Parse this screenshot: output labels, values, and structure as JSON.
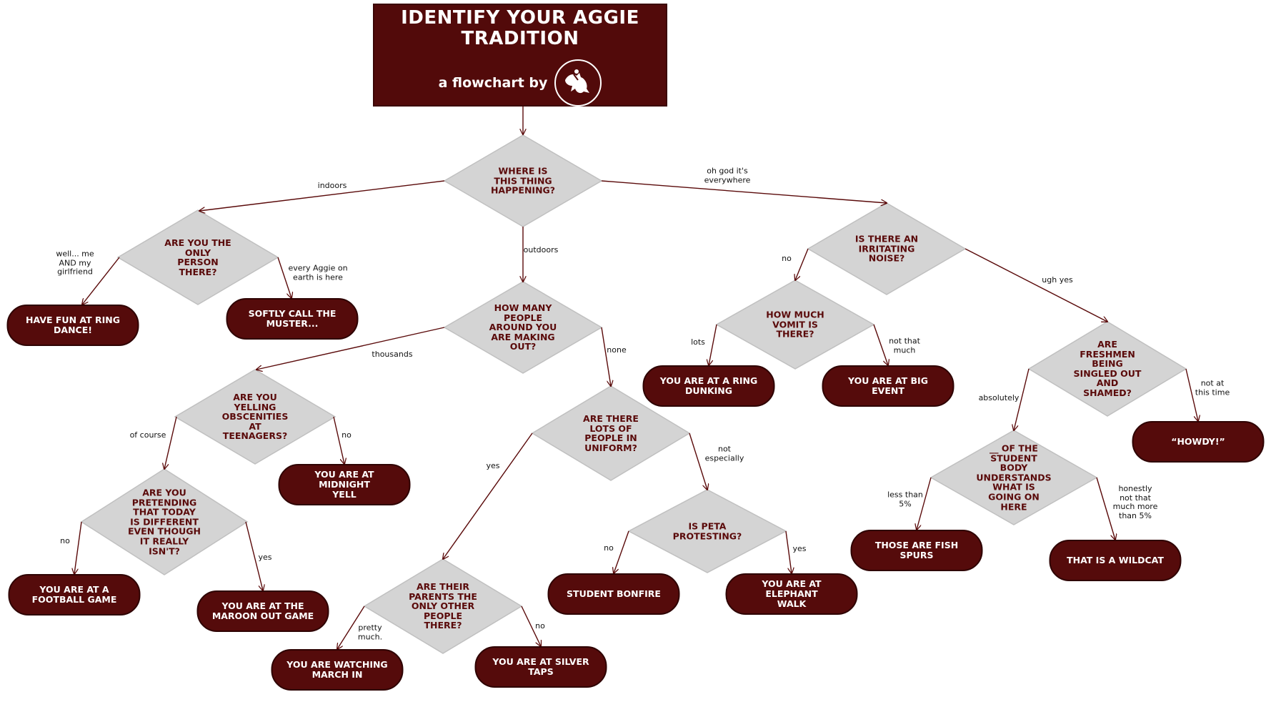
{
  "header": {
    "title": "IDENTIFY YOUR AGGIE\nTRADITION",
    "subtitle": "a flowchart by",
    "logo_icon": "horse-rider-logo-icon"
  },
  "colors": {
    "maroon": "#550b0b",
    "diamond_fill": "#d4d4d4",
    "question_text": "#5a0a0a",
    "edge": "#5a0a0a"
  },
  "questions": {
    "where": "WHERE IS\nTHIS THING\nHAPPENING?",
    "only_person": "ARE YOU THE\nONLY\nPERSON\nTHERE?",
    "how_many": "HOW MANY\nPEOPLE\nAROUND YOU\nARE MAKING\nOUT?",
    "yelling": "ARE YOU\nYELLING\nOBSCENITIES\nAT\nTEENAGERS?",
    "pretending": "ARE YOU\nPRETENDING\nTHAT TODAY\nIS DIFFERENT\nEVEN THOUGH\nIT REALLY\nISN'T?",
    "uniform": "ARE THERE\nLOTS OF\nPEOPLE IN\nUNIFORM?",
    "parents": "ARE THEIR\nPARENTS THE\nONLY OTHER\nPEOPLE\nTHERE?",
    "peta": "IS PETA\nPROTESTING?",
    "noise": "IS THERE AN\nIRRITATING\nNOISE?",
    "vomit": "HOW MUCH\nVOMIT IS\nTHERE?",
    "freshmen": "ARE\nFRESHMEN\nBEING\nSINGLED OUT\nAND\nSHAMED?",
    "student_body": "__ OF THE\nSTUDENT\nBODY\nUNDERSTANDS\nWHAT IS\nGOING ON\nHERE"
  },
  "outcomes": {
    "ring_dance": "HAVE FUN AT RING\nDANCE!",
    "muster": "SOFTLY CALL THE\nMUSTER...",
    "midnight_yell": "YOU ARE AT MIDNIGHT\nYELL",
    "football_game": "YOU ARE AT A\nFOOTBALL GAME",
    "maroon_out": "YOU ARE AT THE\nMAROON OUT GAME",
    "march_in": "YOU ARE WATCHING\nMARCH IN",
    "silver_taps": "YOU ARE AT SILVER\nTAPS",
    "bonfire": "STUDENT BONFIRE",
    "elephant_walk": "YOU ARE AT ELEPHANT\nWALK",
    "ring_dunking": "YOU ARE AT A RING\nDUNKING",
    "big_event": "YOU ARE AT BIG EVENT",
    "howdy": "“HOWDY!”",
    "fish_spurs": "THOSE ARE FISH SPURS",
    "wildcat": "THAT IS A WILDCAT"
  },
  "edge_labels": {
    "indoors": "indoors",
    "outdoors": "outdoors",
    "everywhere": "oh god it's\neverywhere",
    "girlfriend": "well... me\nAND my\ngirlfriend",
    "every_aggie": "every Aggie on\nearth is here",
    "thousands": "thousands",
    "none": "none",
    "of_course": "of course",
    "yell_no": "no",
    "pretend_no": "no",
    "pretend_yes": "yes",
    "uniform_yes": "yes",
    "not_especially": "not\nespecially",
    "pretty_much": "pretty\nmuch.",
    "parents_no": "no",
    "peta_no": "no",
    "peta_yes": "yes",
    "noise_no": "no",
    "ugh_yes": "ugh yes",
    "lots": "lots",
    "not_that_much": "not that\nmuch",
    "absolutely": "absolutely",
    "not_at_this_time": "not at\nthis time",
    "less_than": "less than\n5%",
    "honestly": "honestly\nnot that\nmuch more\nthan 5%"
  }
}
